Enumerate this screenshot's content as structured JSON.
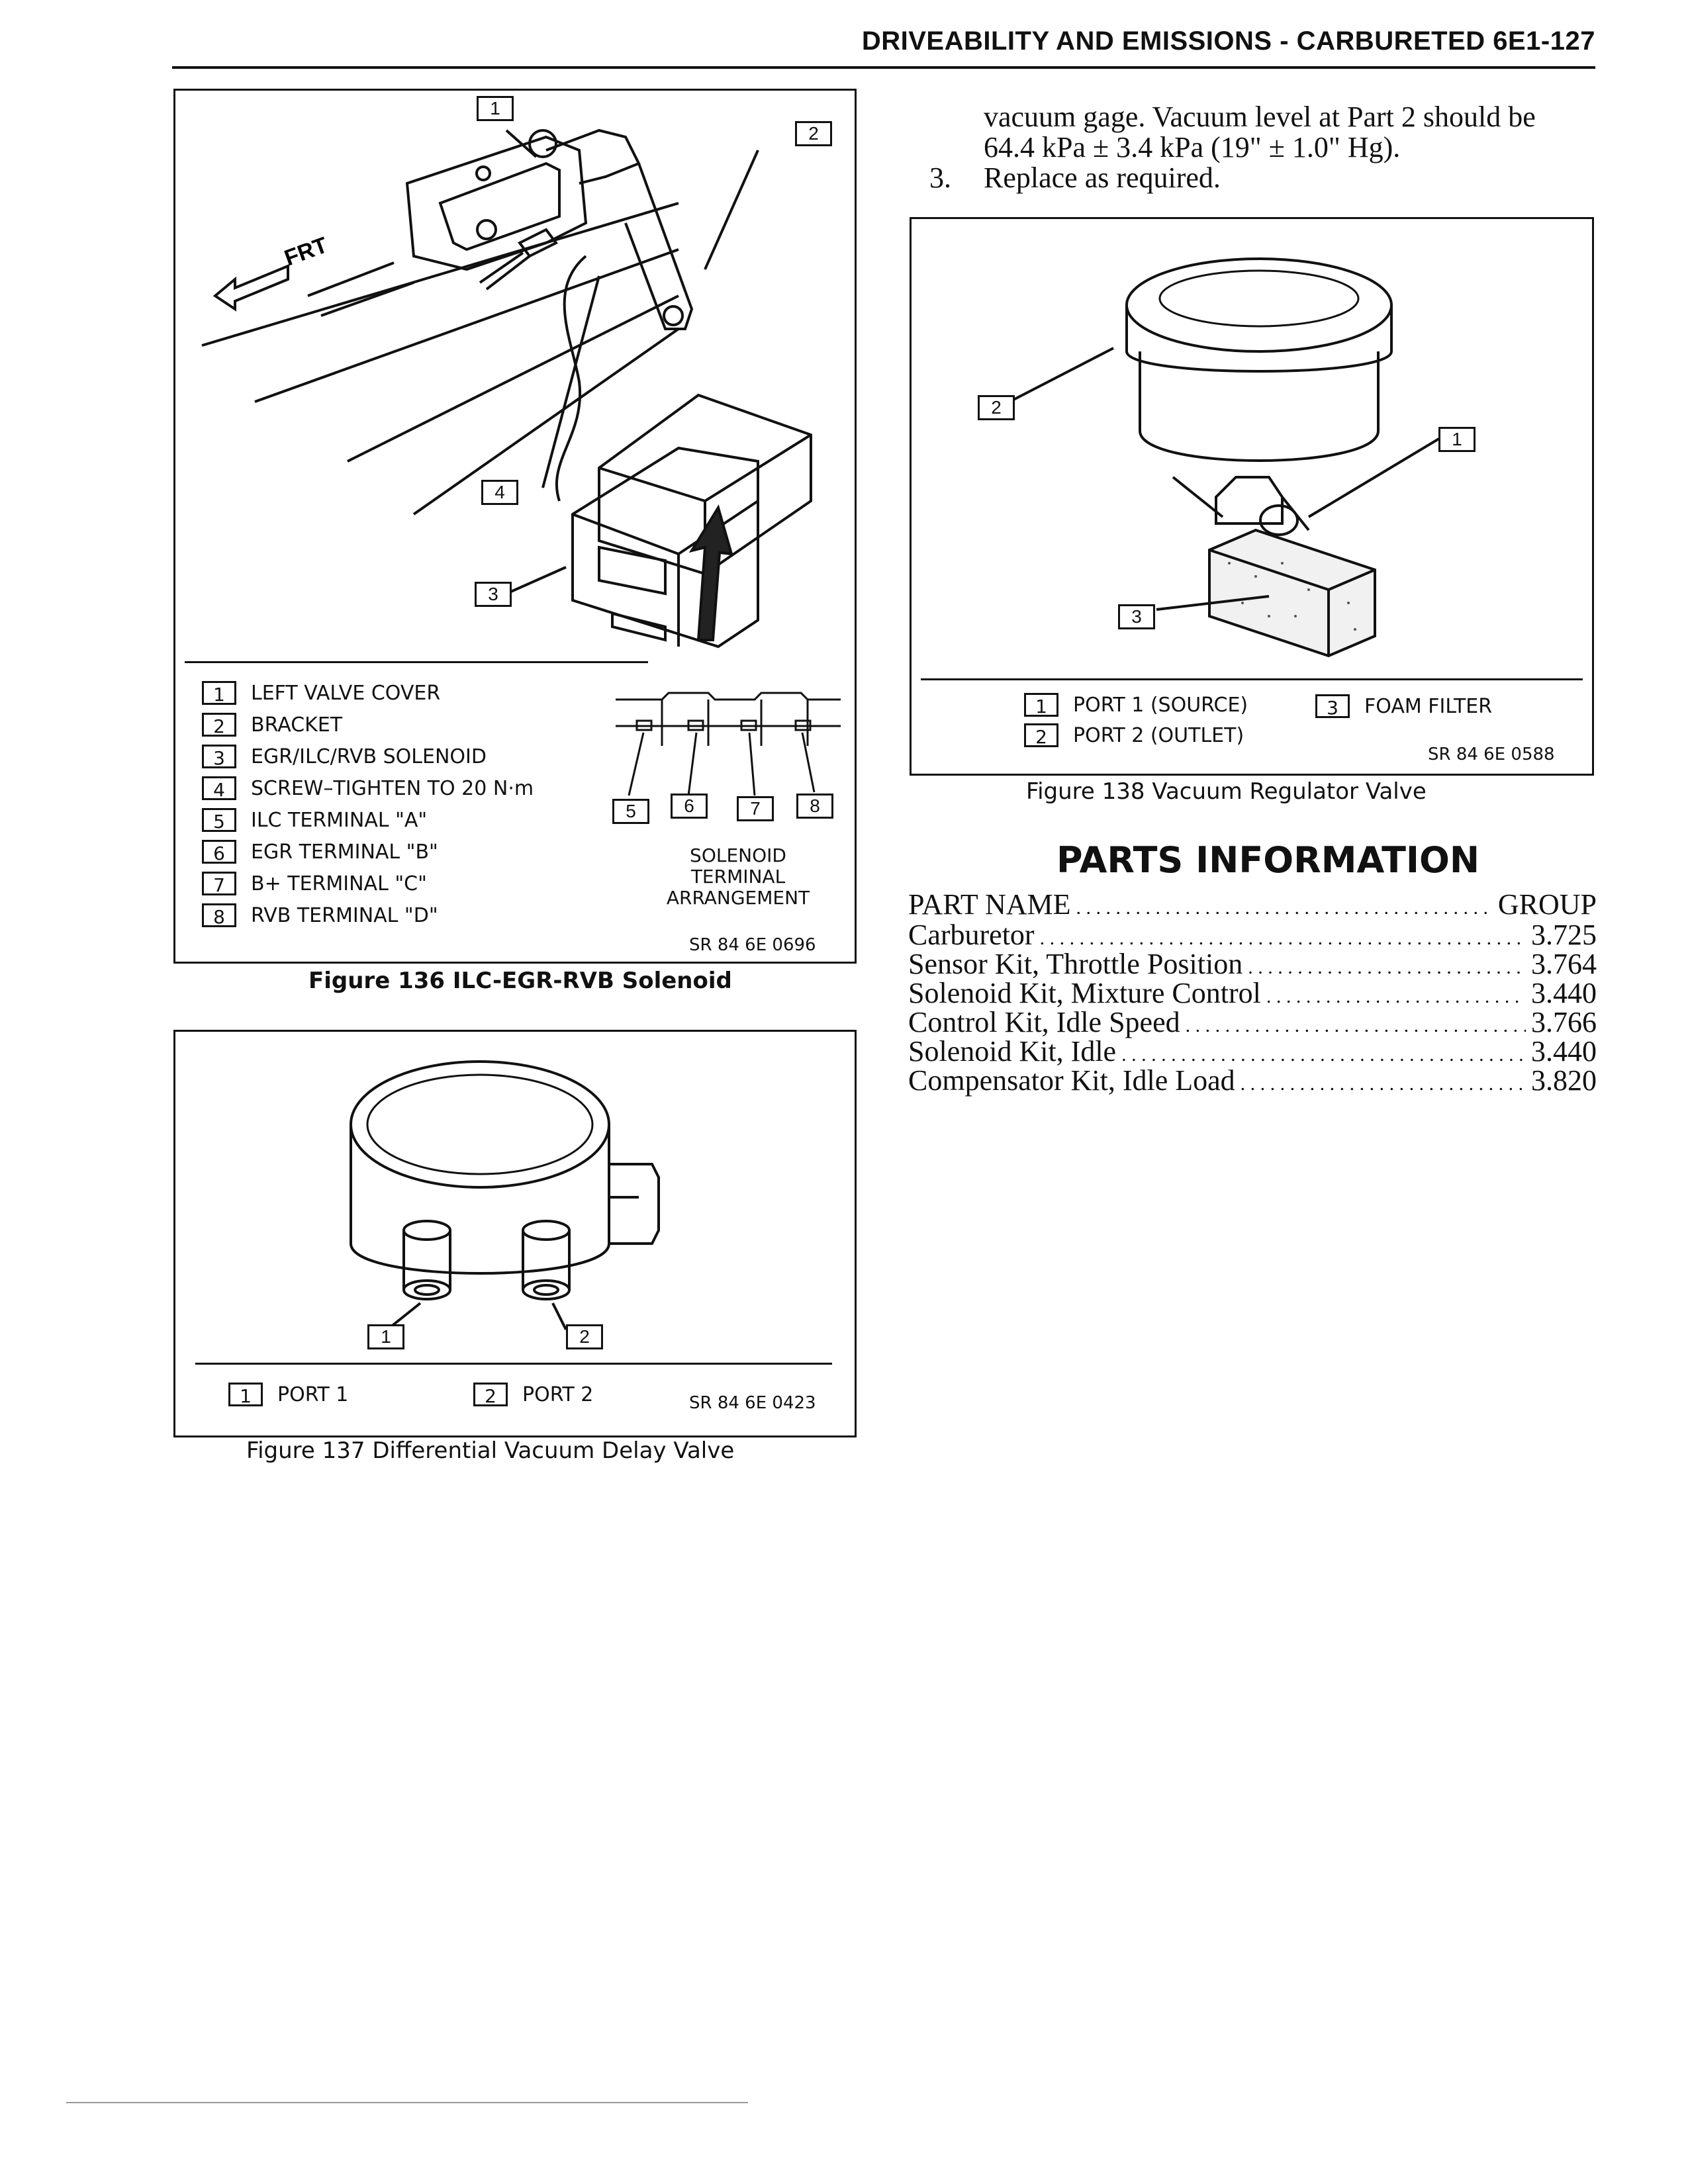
{
  "header": {
    "title": "DRIVEABILITY AND EMISSIONS - CARBURETED 6E1-127"
  },
  "figure136": {
    "caption": "Figure 136 ILC-EGR-RVB Solenoid",
    "code": "SR 84 6E 0696",
    "callouts": [
      "1",
      "2",
      "3",
      "4"
    ],
    "terminal_callouts": [
      "5",
      "6",
      "7",
      "8"
    ],
    "frt_label": "FRT",
    "arrangement_label": [
      "SOLENOID",
      "TERMINAL",
      "ARRANGEMENT"
    ],
    "legend": [
      {
        "num": "1",
        "text": "LEFT VALVE COVER"
      },
      {
        "num": "2",
        "text": "BRACKET"
      },
      {
        "num": "3",
        "text": "EGR/ILC/RVB SOLENOID"
      },
      {
        "num": "4",
        "text": "SCREW–TIGHTEN TO 20 N·m"
      },
      {
        "num": "5",
        "text": "ILC TERMINAL \"A\""
      },
      {
        "num": "6",
        "text": "EGR TERMINAL \"B\""
      },
      {
        "num": "7",
        "text": "B+ TERMINAL \"C\""
      },
      {
        "num": "8",
        "text": "RVB TERMINAL \"D\""
      }
    ]
  },
  "figure137": {
    "caption": "Figure 137 Differential Vacuum Delay Valve",
    "code": "SR 84 6E 0423",
    "callouts": [
      "1",
      "2"
    ],
    "legend": [
      {
        "num": "1",
        "text": "PORT 1"
      },
      {
        "num": "2",
        "text": "PORT 2"
      }
    ]
  },
  "body_text": {
    "line1": "vacuum gage. Vacuum level at Part 2 should be",
    "line2": "64.4 kPa ± 3.4 kPa (19\" ± 1.0\" Hg).",
    "step_num": "3.",
    "step_text": "Replace as required."
  },
  "figure138": {
    "caption": "Figure 138 Vacuum Regulator Valve",
    "code": "SR 84 6E 0588",
    "callouts": [
      "1",
      "2",
      "3"
    ],
    "legend": [
      {
        "num": "1",
        "text": "PORT 1 (SOURCE)"
      },
      {
        "num": "2",
        "text": "PORT 2 (OUTLET)"
      },
      {
        "num": "3",
        "text": "FOAM FILTER"
      }
    ]
  },
  "parts": {
    "title": "PARTS INFORMATION",
    "col_name": "PART NAME",
    "col_group": "GROUP",
    "rows": [
      {
        "name": "Carburetor",
        "group": "3.725"
      },
      {
        "name": "Sensor Kit, Throttle Position",
        "group": "3.764"
      },
      {
        "name": "Solenoid Kit, Mixture Control",
        "group": "3.440"
      },
      {
        "name": "Control Kit, Idle Speed",
        "group": "3.766"
      },
      {
        "name": "Solenoid Kit, Idle",
        "group": "3.440"
      },
      {
        "name": "Compensator Kit, Idle Load",
        "group": "3.820"
      }
    ]
  }
}
